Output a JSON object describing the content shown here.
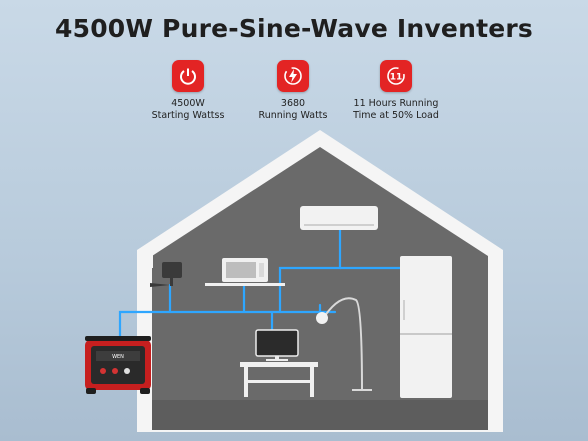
{
  "title": "4500W Pure-Sine-Wave Inventers",
  "features": [
    {
      "icon": "power-icon",
      "line1": "4500W",
      "line2": "Starting Wattss"
    },
    {
      "icon": "lightning-bolt-icon",
      "line1": "3680",
      "line2": "Running Watts"
    },
    {
      "icon": "runtime-clock-icon",
      "badge_text": "11",
      "line1": "11 Hours Running",
      "line2": "Time at 50% Load"
    }
  ],
  "generator_label": "WEN",
  "colors": {
    "accent": "#e32424",
    "wire": "#2ea6ff",
    "house": "#6e6e6e",
    "roof_outline": "#f4f4f4",
    "appliance": "#f2f2f2"
  }
}
